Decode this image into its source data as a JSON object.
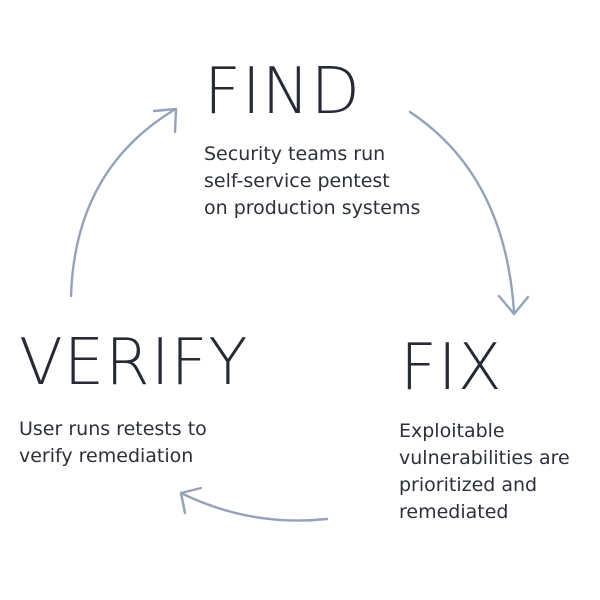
{
  "cycle": {
    "stages": [
      {
        "title": "FIND",
        "description": [
          "Security teams run",
          "self-service pentest",
          "on production systems"
        ]
      },
      {
        "title": "FIX",
        "description": [
          "Exploitable",
          "vulnerabilities are",
          "prioritized and",
          "remediated"
        ]
      },
      {
        "title": "VERIFY",
        "description": [
          "User runs retests to",
          "verify remediation"
        ]
      }
    ],
    "colors": {
      "text": "#252a34",
      "arrow": "#93a3ba",
      "background": "#ffffff"
    },
    "arrows": [
      {
        "from": "FIND",
        "to": "FIX"
      },
      {
        "from": "FIX",
        "to": "VERIFY"
      },
      {
        "from": "VERIFY",
        "to": "FIND"
      }
    ]
  }
}
